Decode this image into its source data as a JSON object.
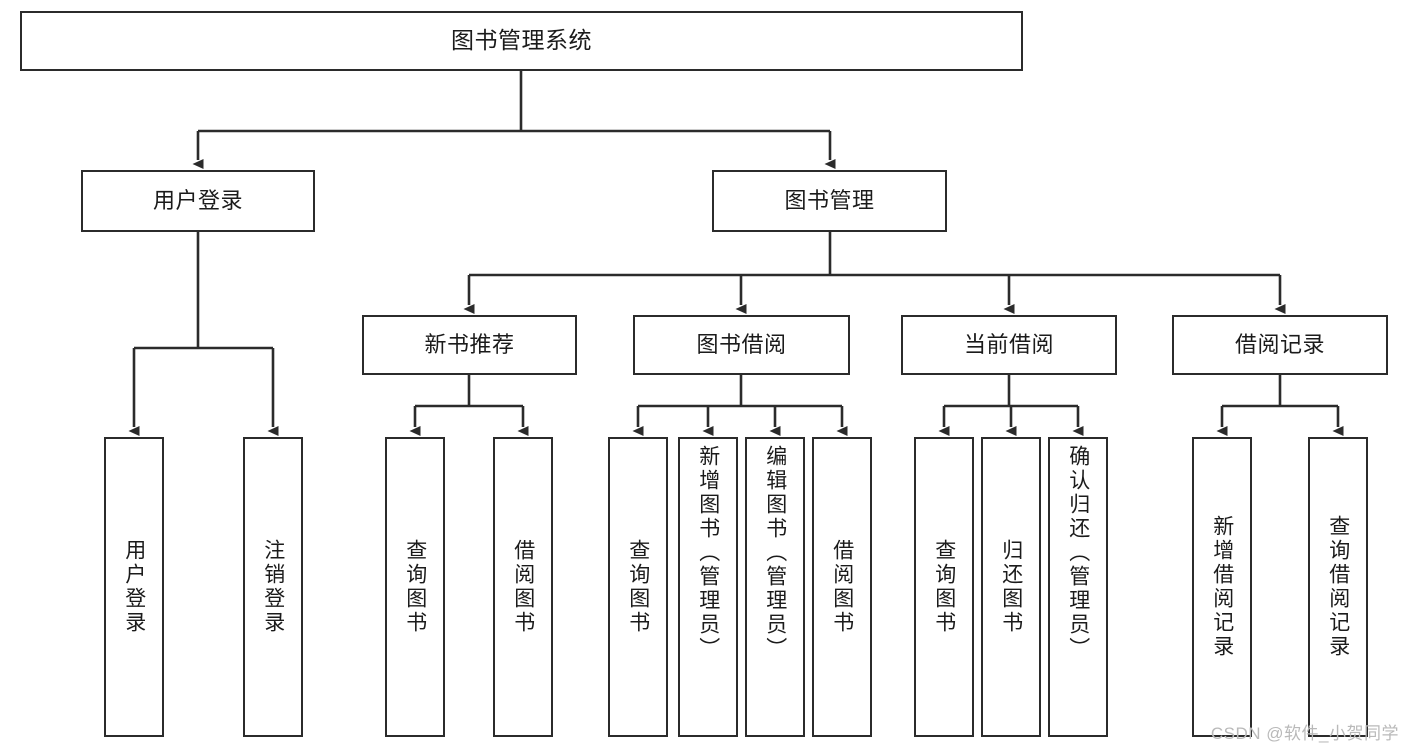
{
  "diagram": {
    "title": "图书管理系统",
    "type": "tree-hierarchy-diagram",
    "root": {
      "id": "root",
      "label": "图书管理系统"
    },
    "level2": [
      {
        "id": "user-login",
        "label": "用户登录"
      },
      {
        "id": "book-manage",
        "label": "图书管理"
      }
    ],
    "level3": [
      {
        "id": "new-book-rec",
        "label": "新书推荐"
      },
      {
        "id": "book-borrow",
        "label": "图书借阅"
      },
      {
        "id": "current-borrow",
        "label": "当前借阅"
      },
      {
        "id": "borrow-record",
        "label": "借阅记录"
      }
    ],
    "leaves": {
      "user_login": [
        {
          "id": "leaf-user-login",
          "label": "用户登录"
        },
        {
          "id": "leaf-logout-login",
          "label": "注销登录"
        }
      ],
      "new_book_rec": [
        {
          "id": "leaf-query-book-1",
          "label": "查询图书"
        },
        {
          "id": "leaf-borrow-book-1",
          "label": "借阅图书"
        }
      ],
      "book_borrow": [
        {
          "id": "leaf-query-book-2",
          "label": "查询图书"
        },
        {
          "id": "leaf-add-book",
          "label": "新增图书（管理员）"
        },
        {
          "id": "leaf-edit-book",
          "label": "编辑图书（管理员）"
        },
        {
          "id": "leaf-borrow-book-2",
          "label": "借阅图书"
        }
      ],
      "current_borrow": [
        {
          "id": "leaf-query-book-3",
          "label": "查询图书"
        },
        {
          "id": "leaf-return-book",
          "label": "归还图书"
        },
        {
          "id": "leaf-confirm-return",
          "label": "确认归还（管理员）"
        }
      ],
      "borrow_record": [
        {
          "id": "leaf-add-record",
          "label": "新增借阅记录"
        },
        {
          "id": "leaf-query-record",
          "label": "查询借阅记录"
        }
      ]
    }
  },
  "watermark": {
    "text": "CSDN @软件_小贺同学"
  },
  "colors": {
    "stroke": "#2b2b2b",
    "fill": "#ffffff",
    "text": "#1b1b1b",
    "watermark": "#b9b9b9"
  }
}
